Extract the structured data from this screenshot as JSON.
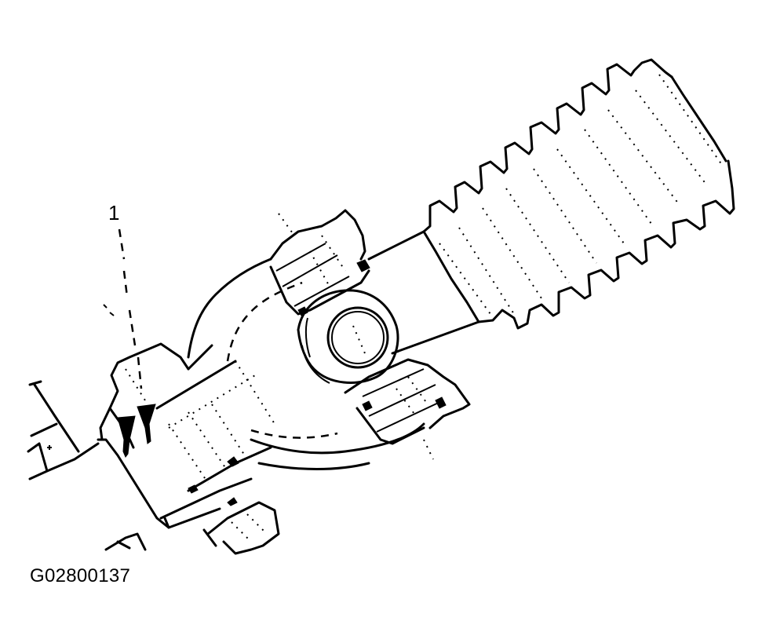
{
  "figure": {
    "id_label": "G02800137",
    "callouts": [
      {
        "number": "1",
        "target": "pinch-bolt-marks"
      }
    ],
    "colors": {
      "line": "#000000",
      "background": "#ffffff"
    }
  }
}
